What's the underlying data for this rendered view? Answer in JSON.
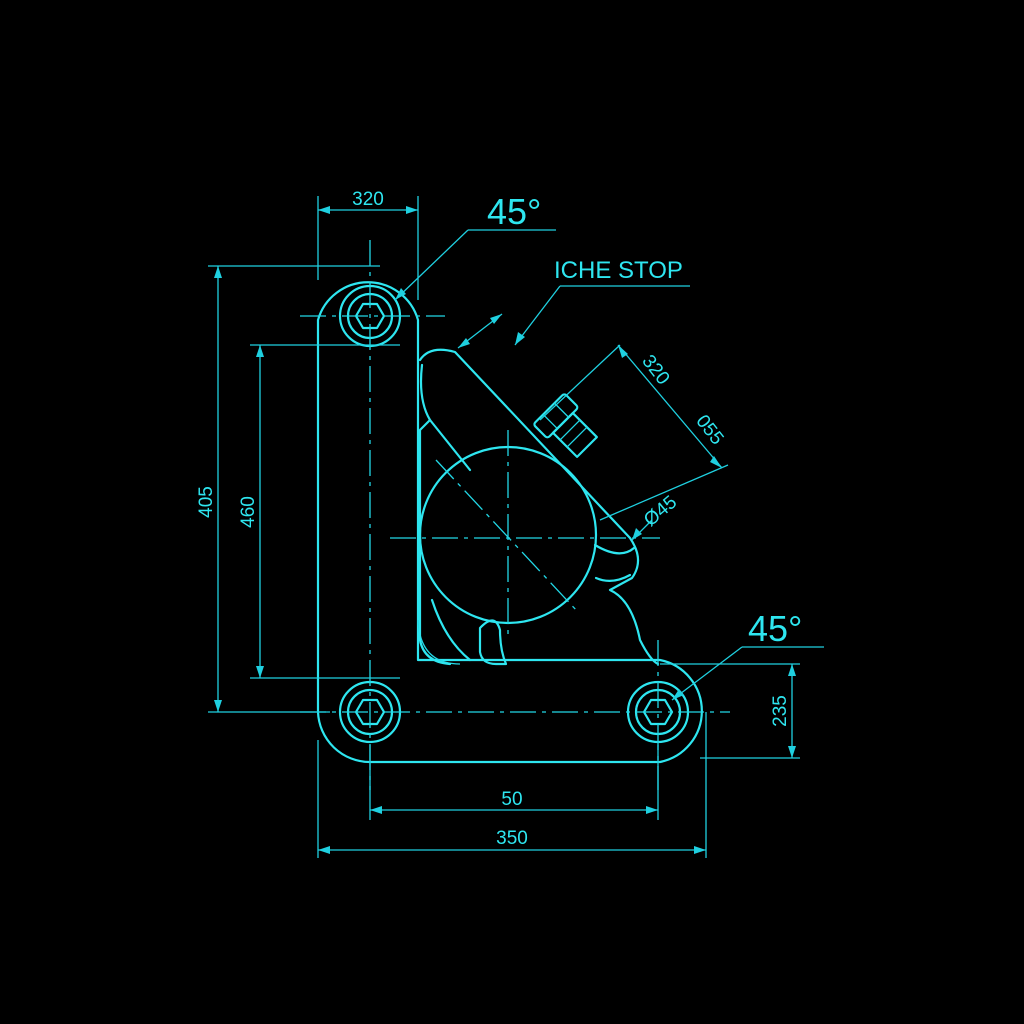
{
  "drawing": {
    "line_color": "#2ee6f0",
    "background": "#000000",
    "labels": {
      "top_width": "320",
      "angle_top": "45°",
      "stop_label": "ICHE STOP",
      "diag_320": "320",
      "diag_055": "055",
      "dia_45": "Ø45",
      "height_405": "405",
      "height_460": "460",
      "angle_right": "45°",
      "height_235": "235",
      "width_50": "50",
      "width_350": "350"
    }
  }
}
